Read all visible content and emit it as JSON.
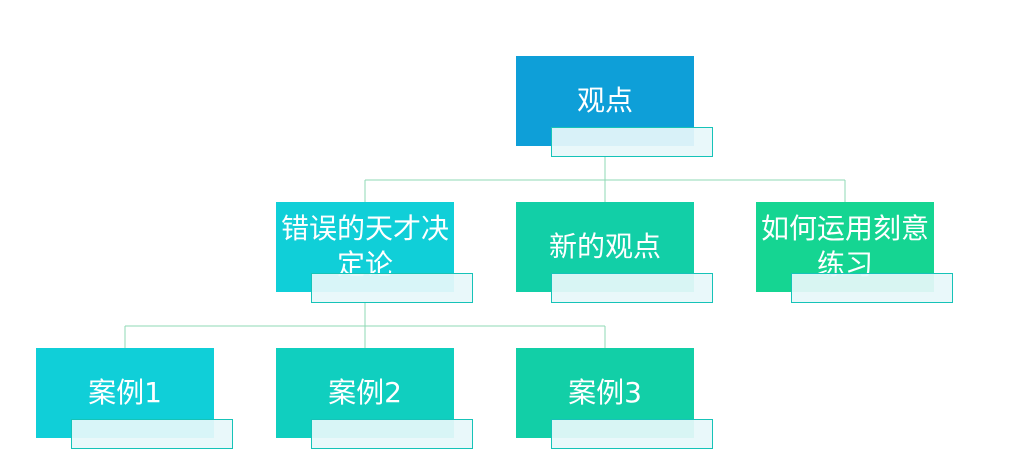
{
  "diagram": {
    "root": {
      "label": "观点",
      "color": "#0e9fd8"
    },
    "level1": [
      {
        "label": "错误的天才决定论",
        "color": "#10cfd8"
      },
      {
        "label": "新的观点",
        "color": "#12cfa7"
      },
      {
        "label": "如何运用刻意练习",
        "color": "#15d592"
      }
    ],
    "level2": [
      {
        "label": "案例1",
        "color": "#10cfd8"
      },
      {
        "label": "案例2",
        "color": "#10cfbf"
      },
      {
        "label": "案例3",
        "color": "#12cfa7"
      }
    ],
    "connector_color": "#8fd9b4"
  }
}
